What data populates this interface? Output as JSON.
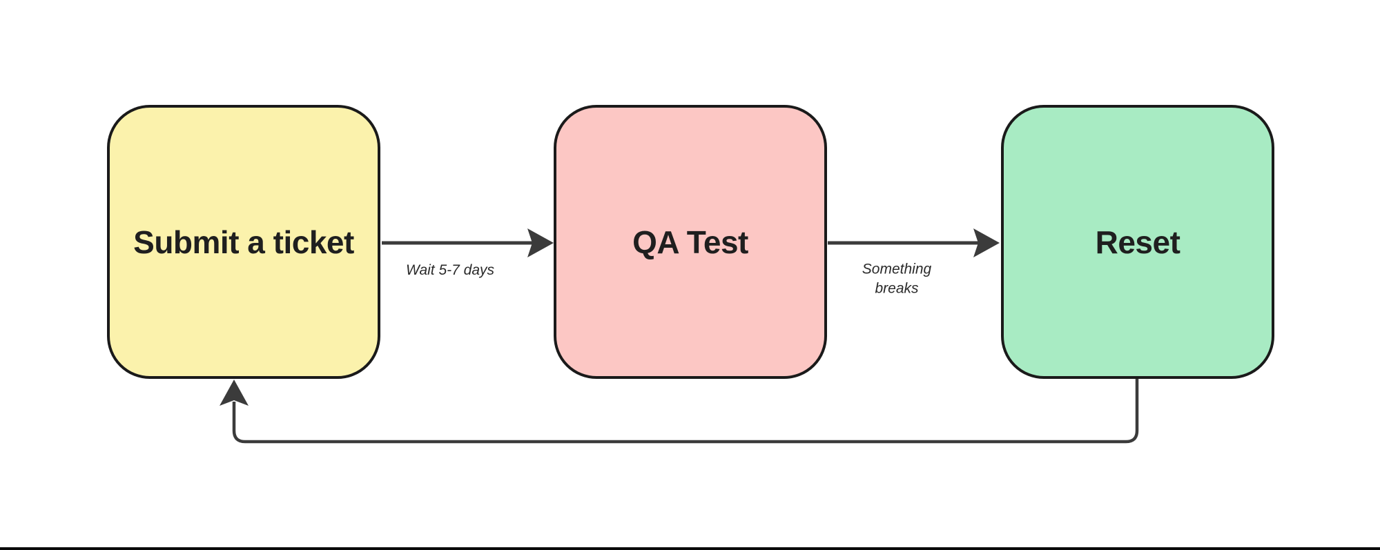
{
  "diagram": {
    "background_color": "#ffffff",
    "edge_color": "#3b3b3b",
    "node_border_color": "#1a1a1a",
    "nodes": [
      {
        "id": "submit",
        "label": "Submit a ticket",
        "fill": "#fbf2ac"
      },
      {
        "id": "qa",
        "label": "QA Test",
        "fill": "#fcc7c4"
      },
      {
        "id": "reset",
        "label": "Reset",
        "fill": "#a8ebc3"
      }
    ],
    "edges": [
      {
        "from": "submit",
        "to": "qa",
        "label": "Wait 5-7 days"
      },
      {
        "from": "qa",
        "to": "reset",
        "label": "Something breaks"
      },
      {
        "from": "reset",
        "to": "submit",
        "label": ""
      }
    ]
  }
}
